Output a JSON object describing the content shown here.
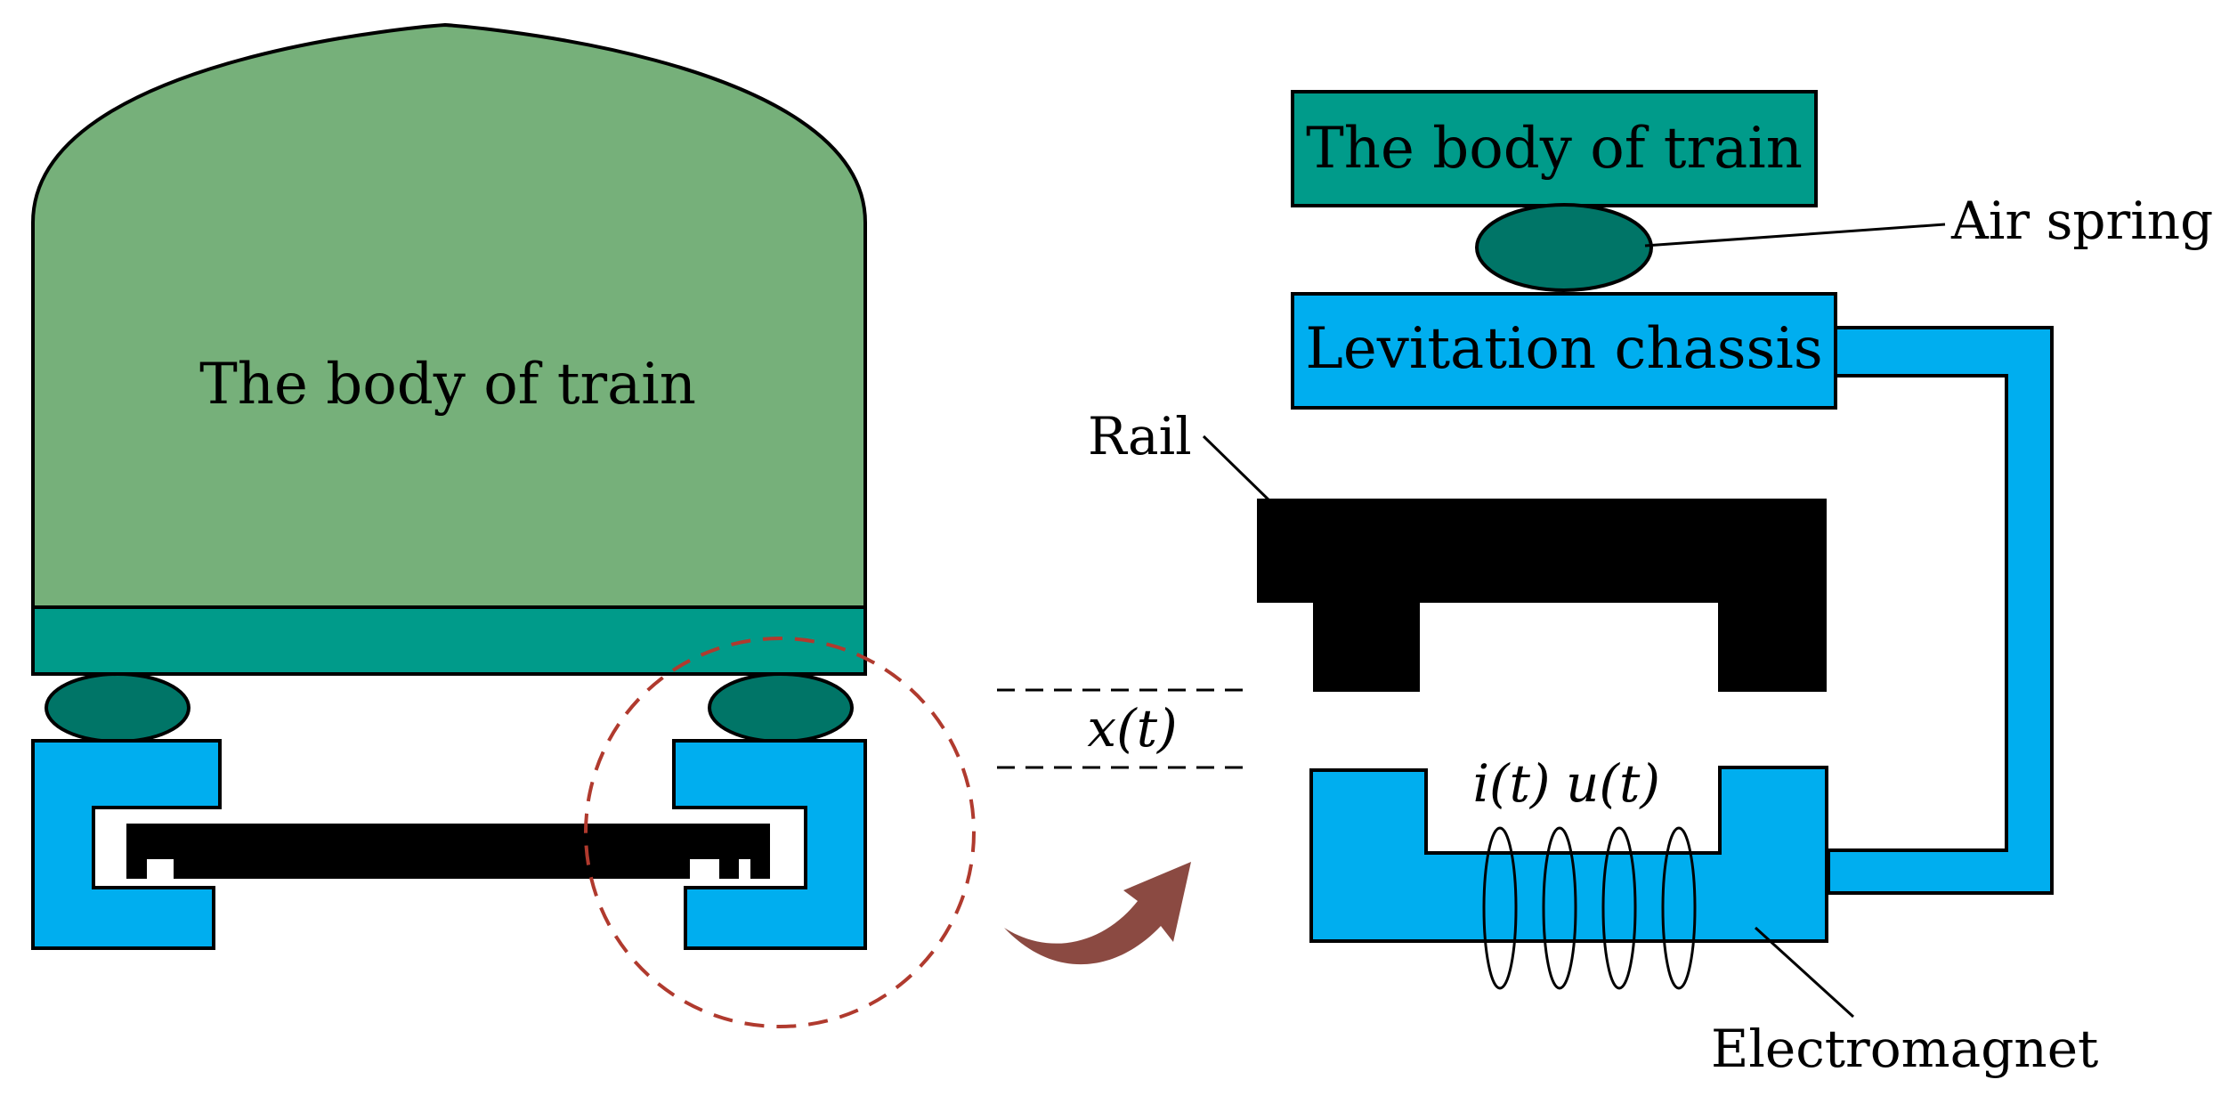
{
  "left": {
    "body_label": "The body of train"
  },
  "right": {
    "body_label": "The body of train",
    "air_spring_label": "Air spring",
    "chassis_label": "Levitation chassis",
    "rail_label": "Rail",
    "gap_label": "x(t)",
    "current_label": "i(t)",
    "voltage_label": "u(t)",
    "electromagnet_label": "Electromagnet"
  },
  "colors": {
    "train_body": "#76B07A",
    "body_band": "#009B8A",
    "air_spring": "#007567",
    "chassis_blue": "#00AEEF",
    "rail": "#000000",
    "zoom_circle": "#B03A2E",
    "arrow": "#8B4A42",
    "outline": "#000000"
  }
}
